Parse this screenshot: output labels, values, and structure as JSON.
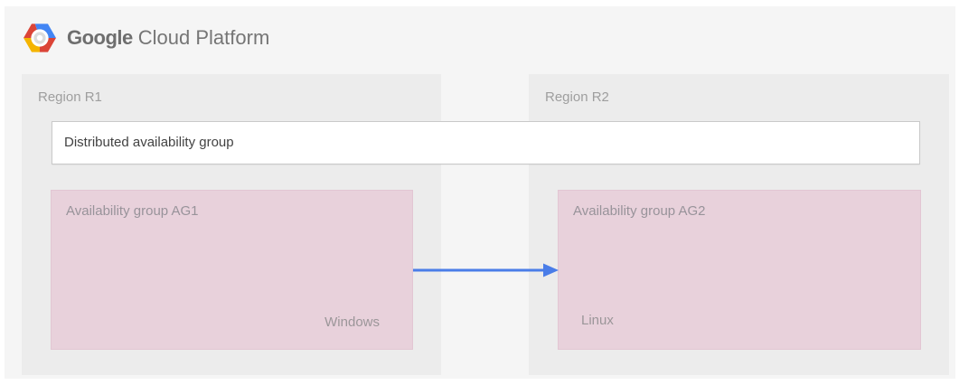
{
  "header": {
    "logo": {
      "brand": "Google",
      "product": "Cloud Platform",
      "icon": "gcp-hexagon-icon"
    }
  },
  "diagram": {
    "region1": {
      "label": "Region R1"
    },
    "region2": {
      "label": "Region R2"
    },
    "distributed_group": {
      "label": "Distributed availability group"
    },
    "ag1": {
      "label": "Availability group AG1",
      "os_label": "Windows"
    },
    "ag2": {
      "label": "Availability group AG2",
      "os_label": "Linux"
    },
    "arrow": {
      "direction": "left-to-right",
      "from": "Availability group AG1",
      "to": "Availability group AG2"
    }
  },
  "colors": {
    "panel_bg": "#f5f5f5",
    "region_bg": "#ececec",
    "availability_group_bg": "#e8d1db",
    "dag_box_bg": "#ffffff",
    "dag_box_border": "#c9c9c9",
    "arrow_blue": "#4a7de8",
    "region_label_gray": "#9e9e9e",
    "dag_text_gray": "#424242",
    "logo_text_gray": "#757575",
    "logo_red": "#db4437",
    "logo_blue": "#4285f4",
    "logo_yellow": "#f4b400"
  }
}
